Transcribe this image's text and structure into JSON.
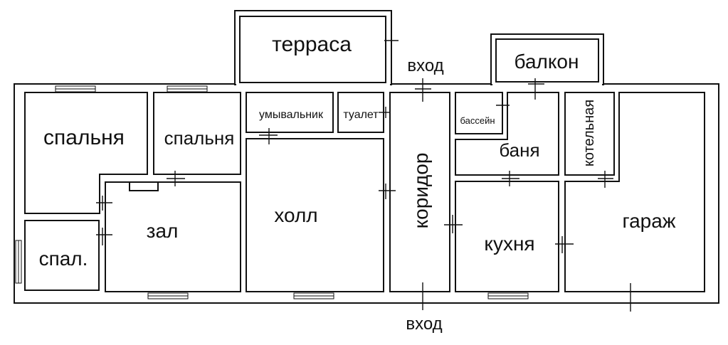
{
  "plan": {
    "rooms": {
      "terrace": "терраса",
      "balcony": "балкон",
      "bedroom_large": "спальня",
      "bedroom_small": "спальня",
      "bedroom_short": "спал.",
      "washbasin": "умывальник",
      "toilet": "туалет",
      "hall_room": "зал",
      "lobby": "холл",
      "corridor": "коридор",
      "pool": "бассейн",
      "sauna": "баня",
      "boiler_room": "котельная",
      "kitchen": "кухня",
      "garage": "гараж"
    },
    "entrances": {
      "top": "вход",
      "bottom": "вход"
    }
  }
}
